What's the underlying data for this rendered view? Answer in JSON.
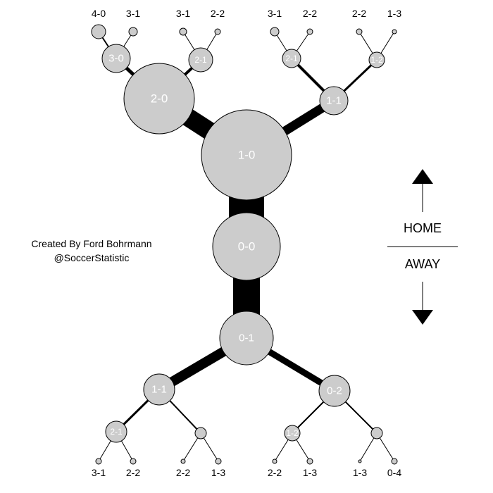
{
  "credit": {
    "line1": "Created By Ford Bohrmann",
    "line2": "@SoccerStatistic"
  },
  "legend": {
    "home": "HOME",
    "away": "AWAY"
  },
  "nodes": [
    {
      "id": "n00",
      "label": "0-0"
    },
    {
      "id": "n10",
      "label": "1-0"
    },
    {
      "id": "n01",
      "label": "0-1"
    },
    {
      "id": "n20",
      "label": "2-0"
    },
    {
      "id": "n11t",
      "label": "1-1"
    },
    {
      "id": "n11b",
      "label": "1-1"
    },
    {
      "id": "n02",
      "label": "0-2"
    },
    {
      "id": "n30",
      "label": "3-0"
    },
    {
      "id": "n21a",
      "label": "2-1"
    },
    {
      "id": "n21b",
      "label": "2-1"
    },
    {
      "id": "n12t",
      "label": "1-2"
    },
    {
      "id": "n21c",
      "label": "2-1"
    },
    {
      "id": "n12b1",
      "label": ""
    },
    {
      "id": "n12b2",
      "label": "1-2"
    },
    {
      "id": "n03",
      "label": ""
    },
    {
      "id": "l40",
      "label": ""
    },
    {
      "id": "l31a",
      "label": ""
    },
    {
      "id": "l31b",
      "label": ""
    },
    {
      "id": "l22a",
      "label": ""
    },
    {
      "id": "l31c",
      "label": ""
    },
    {
      "id": "l22b",
      "label": ""
    },
    {
      "id": "l22c",
      "label": ""
    },
    {
      "id": "l13a",
      "label": ""
    },
    {
      "id": "m31",
      "label": ""
    },
    {
      "id": "m22a",
      "label": ""
    },
    {
      "id": "m22b",
      "label": ""
    },
    {
      "id": "m13a",
      "label": ""
    },
    {
      "id": "m22c",
      "label": ""
    },
    {
      "id": "m13b",
      "label": ""
    },
    {
      "id": "m13c",
      "label": ""
    },
    {
      "id": "m04",
      "label": ""
    }
  ],
  "edges": [
    {
      "from": "n00",
      "to": "n10",
      "weight": 50
    },
    {
      "from": "n00",
      "to": "n01",
      "weight": 38
    },
    {
      "from": "n10",
      "to": "n20",
      "weight": 26
    },
    {
      "from": "n10",
      "to": "n11t",
      "weight": 13
    },
    {
      "from": "n01",
      "to": "n11b",
      "weight": 14
    },
    {
      "from": "n01",
      "to": "n02",
      "weight": 9
    },
    {
      "from": "n20",
      "to": "n30",
      "weight": 5
    },
    {
      "from": "n20",
      "to": "n21a",
      "weight": 4
    },
    {
      "from": "n11t",
      "to": "n21b",
      "weight": 4
    },
    {
      "from": "n11t",
      "to": "n12t",
      "weight": 3
    },
    {
      "from": "n11b",
      "to": "n21c",
      "weight": 3
    },
    {
      "from": "n11b",
      "to": "n12b1",
      "weight": 2
    },
    {
      "from": "n02",
      "to": "n12b2",
      "weight": 2
    },
    {
      "from": "n02",
      "to": "n03",
      "weight": 2
    },
    {
      "from": "n30",
      "to": "l40",
      "weight": 2
    },
    {
      "from": "n30",
      "to": "l31a",
      "weight": 1
    },
    {
      "from": "n21a",
      "to": "l31b",
      "weight": 1
    },
    {
      "from": "n21a",
      "to": "l22a",
      "weight": 1
    },
    {
      "from": "n21b",
      "to": "l31c",
      "weight": 1
    },
    {
      "from": "n21b",
      "to": "l22b",
      "weight": 1
    },
    {
      "from": "n12t",
      "to": "l22c",
      "weight": 1
    },
    {
      "from": "n12t",
      "to": "l13a",
      "weight": 1
    },
    {
      "from": "n21c",
      "to": "m31",
      "weight": 1
    },
    {
      "from": "n21c",
      "to": "m22a",
      "weight": 1
    },
    {
      "from": "n12b1",
      "to": "m22b",
      "weight": 1
    },
    {
      "from": "n12b1",
      "to": "m13a",
      "weight": 1
    },
    {
      "from": "n12b2",
      "to": "m22c",
      "weight": 1
    },
    {
      "from": "n12b2",
      "to": "m13b",
      "weight": 1
    },
    {
      "from": "n03",
      "to": "m13c",
      "weight": 1
    },
    {
      "from": "n03",
      "to": "m04",
      "weight": 1
    }
  ],
  "leaf_labels": [
    {
      "node": "l40",
      "text": "4-0"
    },
    {
      "node": "l31a",
      "text": "3-1"
    },
    {
      "node": "l31b",
      "text": "3-1"
    },
    {
      "node": "l22a",
      "text": "2-2"
    },
    {
      "node": "l31c",
      "text": "3-1"
    },
    {
      "node": "l22b",
      "text": "2-2"
    },
    {
      "node": "l22c",
      "text": "2-2"
    },
    {
      "node": "l13a",
      "text": "1-3"
    },
    {
      "node": "m31",
      "text": "3-1"
    },
    {
      "node": "m22a",
      "text": "2-2"
    },
    {
      "node": "m22b",
      "text": "2-2"
    },
    {
      "node": "m13a",
      "text": "1-3"
    },
    {
      "node": "m22c",
      "text": "2-2"
    },
    {
      "node": "m13b",
      "text": "1-3"
    },
    {
      "node": "m13c",
      "text": "1-3"
    },
    {
      "node": "m04",
      "text": "0-4"
    }
  ],
  "colors": {
    "node_fill": "#cccccc",
    "edge": "#000000",
    "background": "#ffffff"
  }
}
